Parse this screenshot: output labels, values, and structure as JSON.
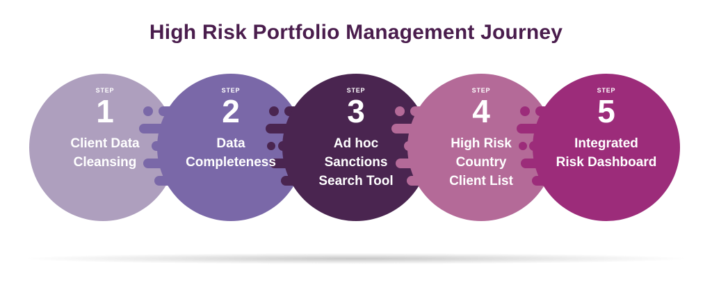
{
  "title": "High Risk Portfolio Management Journey",
  "colors": {
    "title": "#4a1d4d",
    "step1": "#ae9fbe",
    "step2": "#7a68a8",
    "step3": "#4a2550",
    "step4": "#b46a98",
    "step5": "#9c2c7a"
  },
  "steps": [
    {
      "kicker": "STEP",
      "number": "1",
      "label": "Client Data\nCleansing"
    },
    {
      "kicker": "STEP",
      "number": "2",
      "label": "Data\nCompleteness"
    },
    {
      "kicker": "STEP",
      "number": "3",
      "label": "Ad hoc\nSanctions\nSearch Tool"
    },
    {
      "kicker": "STEP",
      "number": "4",
      "label": "High Risk\nCountry\nClient List"
    },
    {
      "kicker": "STEP",
      "number": "5",
      "label": "Integrated\nRisk Dashboard"
    }
  ]
}
